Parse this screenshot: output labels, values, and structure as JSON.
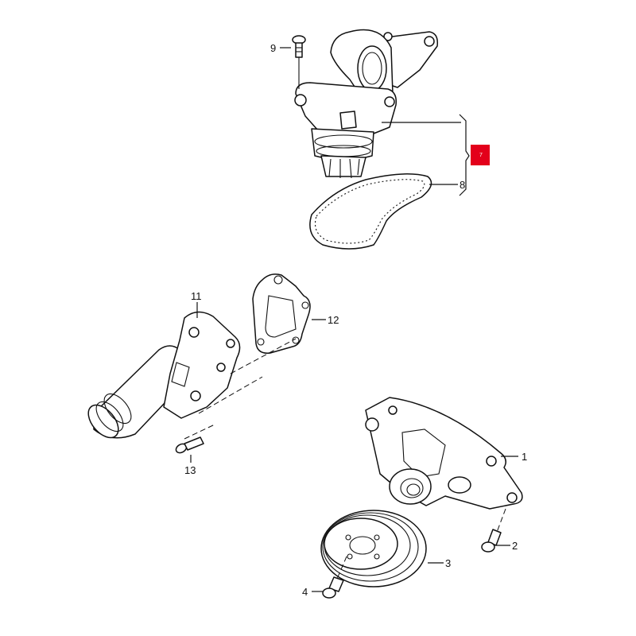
{
  "diagram": {
    "callouts": {
      "c1": "1",
      "c2": "2",
      "c3": "3",
      "c4": "4",
      "c7": "7",
      "c8": "8",
      "c9": "9",
      "c11": "11",
      "c12": "12",
      "c13": "13"
    },
    "highlight_color": "#e3001b"
  }
}
